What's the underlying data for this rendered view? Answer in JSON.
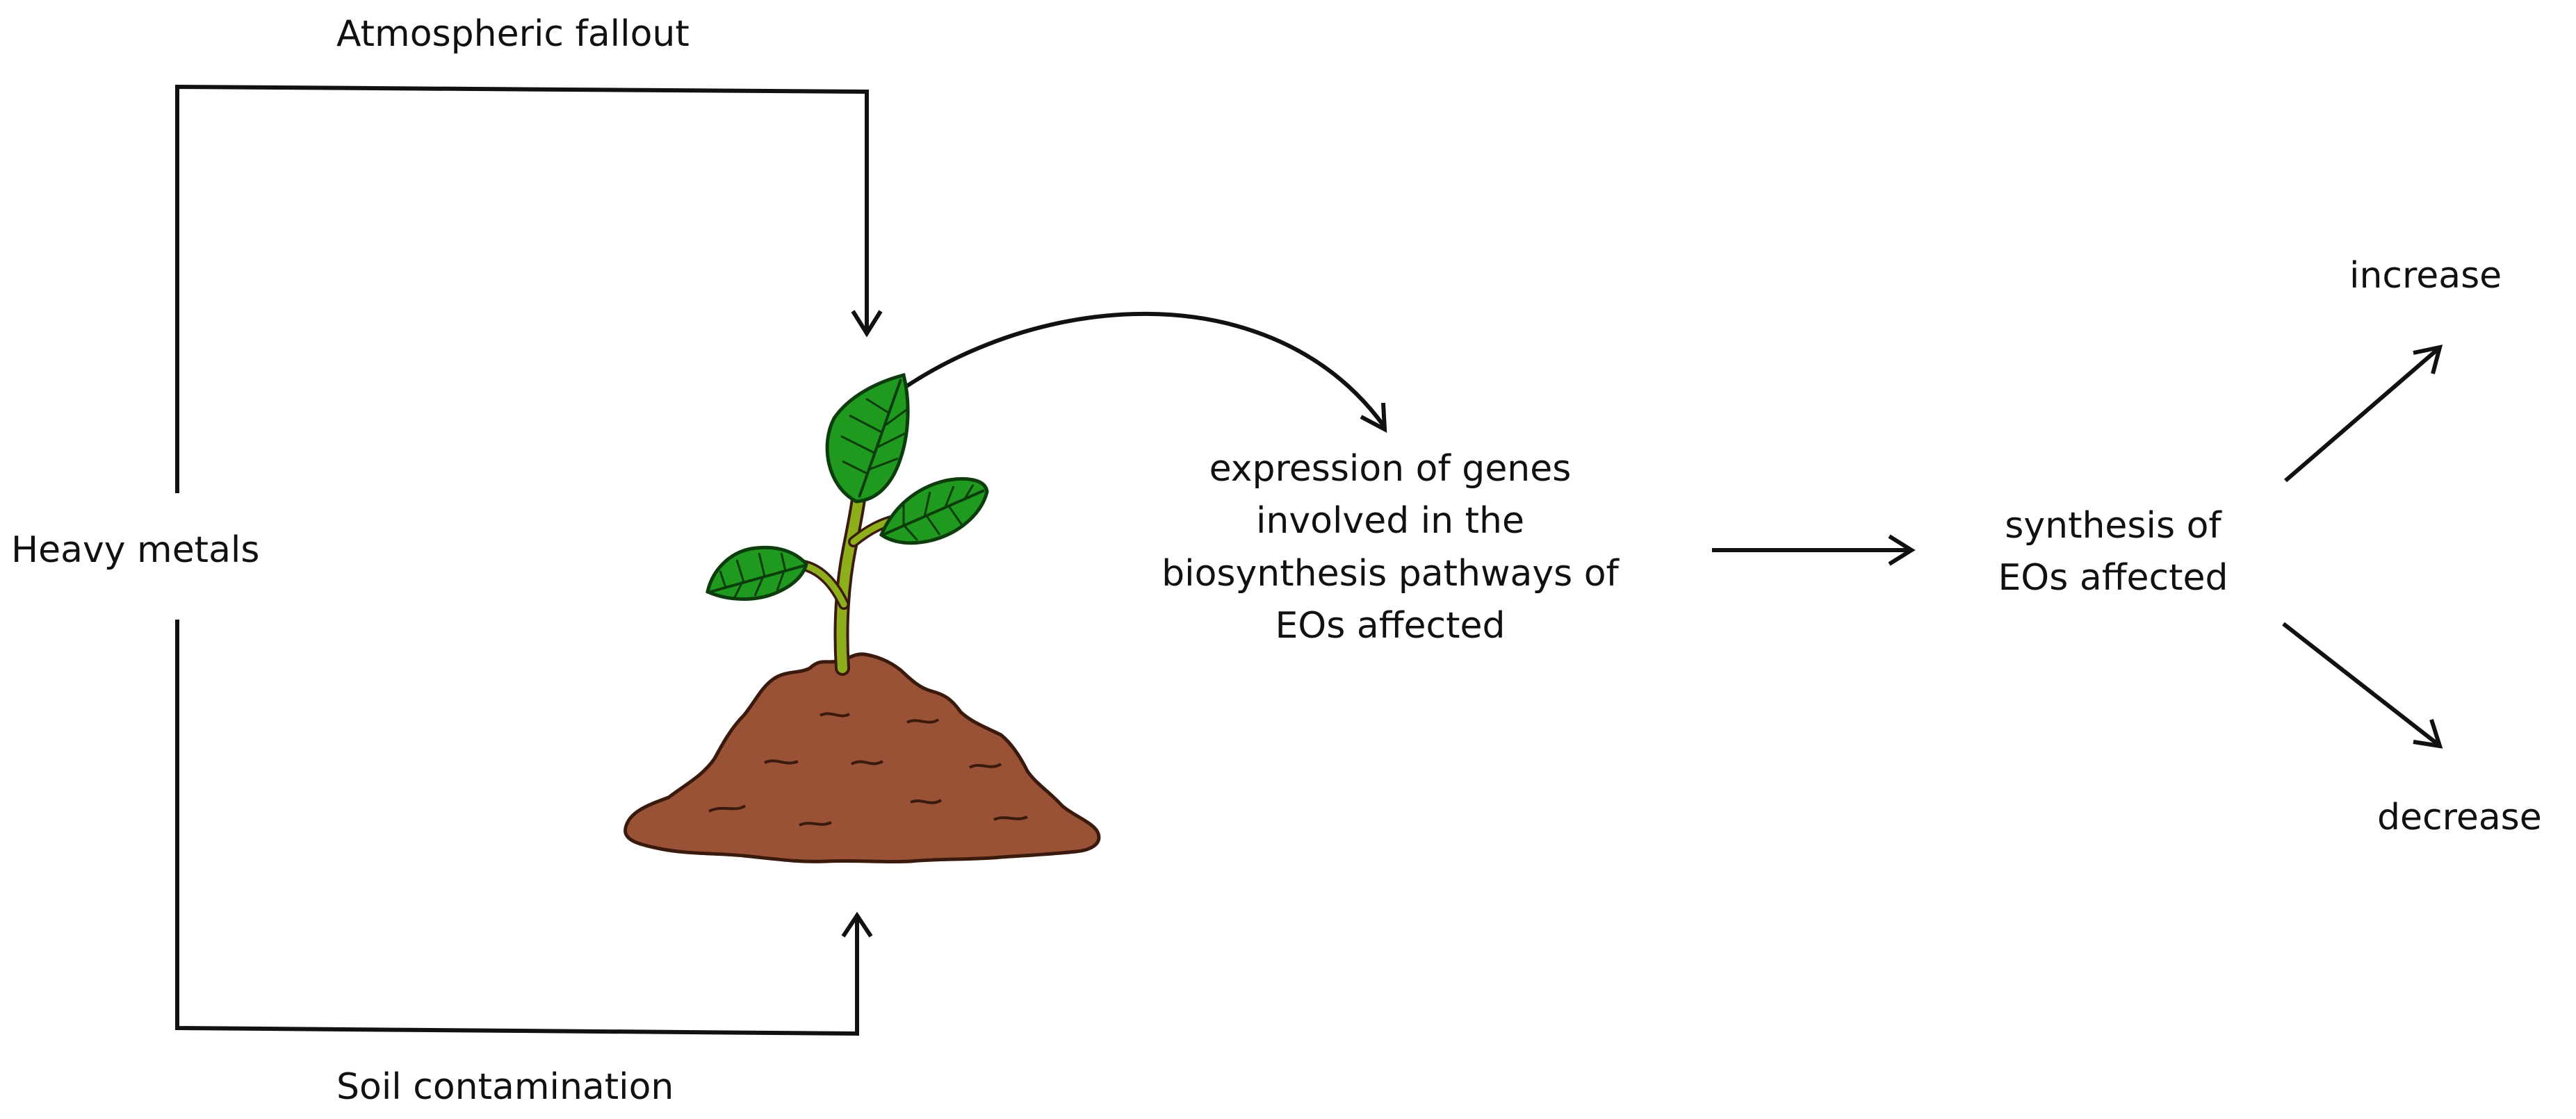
{
  "labels": {
    "atmospheric_fallout": "Atmospheric fallout",
    "heavy_metals": "Heavy metals",
    "soil_contamination": "Soil contamination",
    "gene_expression": [
      "expression of genes",
      "involved in the",
      "biosynthesis pathways of",
      "EOs affected"
    ],
    "synthesis": [
      "synthesis of",
      "EOs affected"
    ],
    "increase": "increase",
    "decrease": "decrease"
  },
  "colors": {
    "stroke": "#111111",
    "leaf_fill": "#1f9a1f",
    "leaf_vein": "#0d3d0d",
    "stem": "#8fae1b",
    "soil": "#9a5236",
    "soil_outline": "#3b1a0e"
  },
  "icons": {
    "plant": "seedling-in-soil-icon"
  }
}
